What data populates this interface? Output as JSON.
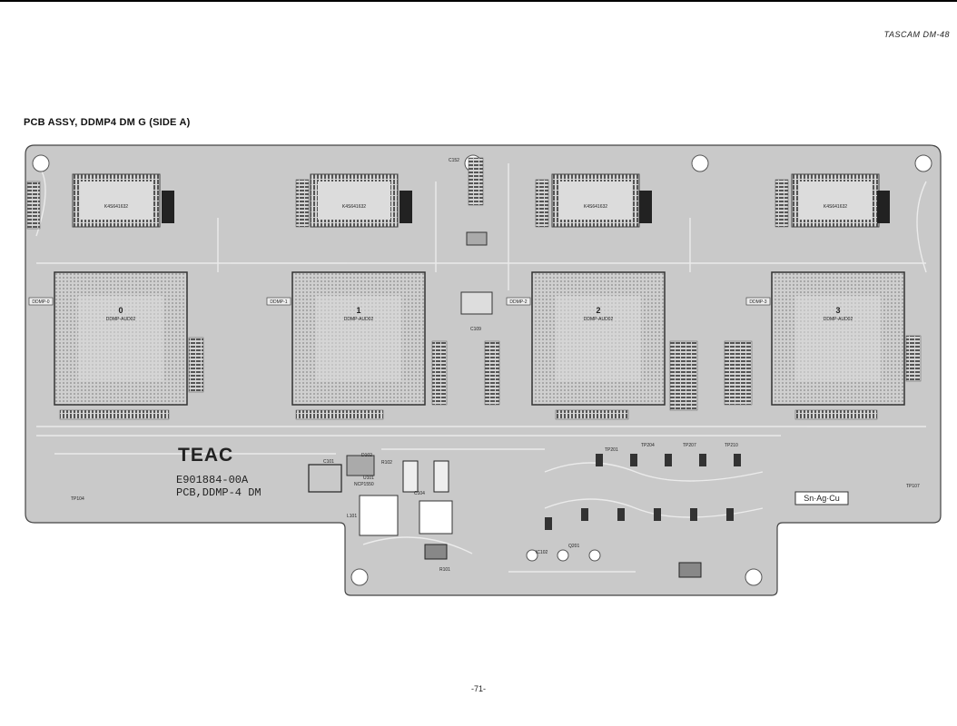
{
  "header": {
    "model": "TASCAM DM-48"
  },
  "title": "PCB ASSY, DDMP4 DM G  (SIDE A)",
  "page_number": "-71-",
  "board": {
    "brand": "TEAC",
    "part_number": "E901884-00A",
    "board_name": "PCB,DDMP-4 DM",
    "solder_mark": "Sn·Ag·Cu",
    "chips": [
      {
        "id": "0",
        "name": "DDMP-AUD02",
        "bus": "DDMP-0",
        "ram": "K4S641632"
      },
      {
        "id": "1",
        "name": "DDMP-AUD02",
        "bus": "DDMP-1",
        "ram": "K4S641632"
      },
      {
        "id": "2",
        "name": "DDMP-AUD02",
        "bus": "DDMP-2",
        "ram": "K4S641632"
      },
      {
        "id": "3",
        "name": "DDMP-AUD02",
        "bus": "DDMP-3",
        "ram": "K4S641632"
      }
    ],
    "components": [
      "C101",
      "D102",
      "R102",
      "U101",
      "NCP1550",
      "L101",
      "C104",
      "TP104",
      "TP107",
      "TP201",
      "TP204",
      "TP207",
      "TP210",
      "C109",
      "C152",
      "Q201",
      "IC102",
      "R101"
    ]
  }
}
